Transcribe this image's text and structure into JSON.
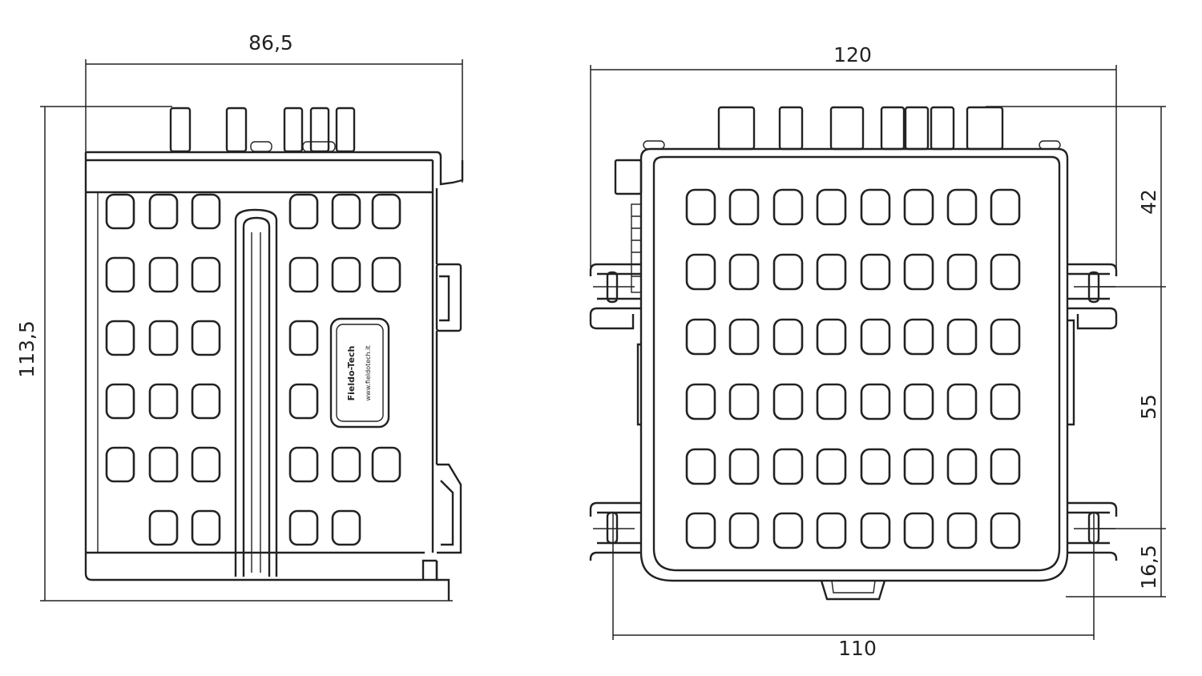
{
  "dimensions": {
    "side_width": "86,5",
    "side_height": "113,5",
    "front_width": "120",
    "front_top_offset": "42",
    "front_hole_spacing": "55",
    "front_bottom_offset": "16,5",
    "front_hole_distance": "110"
  },
  "logo": {
    "brand": "Fieldo-Tech",
    "url": "www.fieldotech.it"
  }
}
